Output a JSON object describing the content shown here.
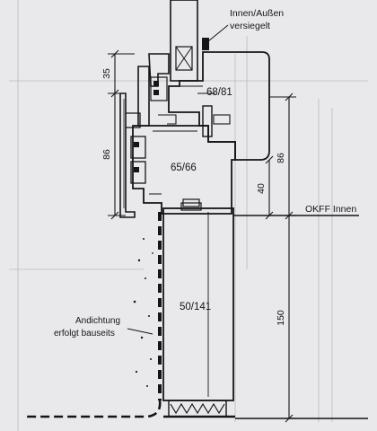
{
  "labels": {
    "seal_line1": "Innen/Außen",
    "seal_line2": "versiegelt",
    "sash_profile": "68/81",
    "frame_profile": "65/66",
    "sill_profile": "50/141",
    "floor_level": "OKFF Innen",
    "note_line1": "Andichtung",
    "note_line2": "erfolgt bauseits"
  },
  "dimensions": {
    "upper_left": "35",
    "lower_left": "86",
    "right_upper": "86",
    "right_inner": "40",
    "right_lower": "150"
  },
  "colors": {
    "background": "#e9e9ec",
    "ink": "#151515",
    "faint": "#b4b4bc"
  }
}
